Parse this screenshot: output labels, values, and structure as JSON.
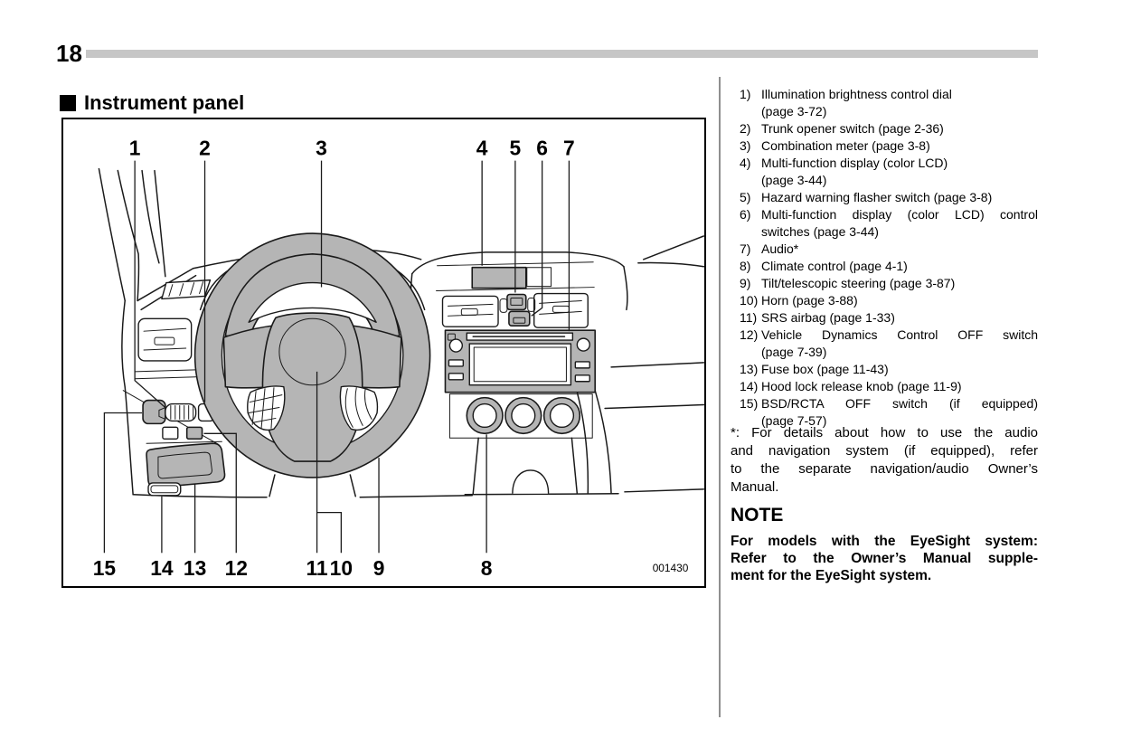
{
  "page": {
    "number": "18",
    "figure_code": "001430"
  },
  "section": {
    "title": "Instrument panel"
  },
  "legend": {
    "items": [
      {
        "num": "1)",
        "lines": [
          {
            "t": "Illumination brightness control dial",
            "j": false
          },
          {
            "t": "(page 3-72)",
            "j": false
          }
        ]
      },
      {
        "num": "2)",
        "lines": [
          {
            "t": "Trunk opener switch (page 2-36)",
            "j": false
          }
        ]
      },
      {
        "num": "3)",
        "lines": [
          {
            "t": "Combination meter (page 3-8)",
            "j": false
          }
        ]
      },
      {
        "num": "4)",
        "lines": [
          {
            "t": "Multi-function display (color LCD)",
            "j": false
          },
          {
            "t": "(page 3-44)",
            "j": false
          }
        ]
      },
      {
        "num": "5)",
        "lines": [
          {
            "t": "Hazard warning flasher switch (page 3-8)",
            "j": false
          }
        ]
      },
      {
        "num": "6)",
        "lines": [
          {
            "t": "Multi-function display (color LCD) control",
            "j": true
          },
          {
            "t": "switches (page 3-44)",
            "j": false
          }
        ]
      },
      {
        "num": "7)",
        "lines": [
          {
            "t": "Audio*",
            "j": false
          }
        ]
      },
      {
        "num": "8)",
        "lines": [
          {
            "t": "Climate control (page 4-1)",
            "j": false
          }
        ]
      },
      {
        "num": "9)",
        "lines": [
          {
            "t": "Tilt/telescopic steering (page 3-87)",
            "j": false
          }
        ]
      },
      {
        "num": "10)",
        "lines": [
          {
            "t": "Horn (page 3-88)",
            "j": false
          }
        ]
      },
      {
        "num": "11)",
        "lines": [
          {
            "t": "SRS airbag (page 1-33)",
            "j": false
          }
        ]
      },
      {
        "num": "12)",
        "lines": [
          {
            "t": "Vehicle Dynamics Control OFF switch",
            "j": true
          },
          {
            "t": "(page 7-39)",
            "j": false
          }
        ]
      },
      {
        "num": "13)",
        "lines": [
          {
            "t": "Fuse box (page 11-43)",
            "j": false
          }
        ]
      },
      {
        "num": "14)",
        "lines": [
          {
            "t": "Hood lock release knob (page 11-9)",
            "j": false
          }
        ]
      },
      {
        "num": "15)",
        "lines": [
          {
            "t": "BSD/RCTA OFF switch (if equipped)",
            "j": true
          },
          {
            "t": "(page 7-57)",
            "j": false
          }
        ]
      }
    ]
  },
  "footnote": {
    "lines": [
      {
        "t": "*: For details about how to use the audio",
        "j": true
      },
      {
        "t": "and navigation system (if equipped), refer",
        "j": true
      },
      {
        "t": "to the separate navigation/audio Owner’s",
        "j": true
      },
      {
        "t": "Manual.",
        "j": false
      }
    ]
  },
  "note": {
    "title": "NOTE",
    "lines": [
      {
        "t": "For models with the EyeSight system:",
        "j": true
      },
      {
        "t": "Refer to the Owner’s Manual supple-",
        "j": true
      },
      {
        "t": "ment for the EyeSight system.",
        "j": false
      }
    ]
  },
  "diagram": {
    "callouts": [
      "1",
      "2",
      "3",
      "4",
      "5",
      "6",
      "7",
      "8",
      "9",
      "10",
      "11",
      "12",
      "13",
      "14",
      "15"
    ]
  }
}
